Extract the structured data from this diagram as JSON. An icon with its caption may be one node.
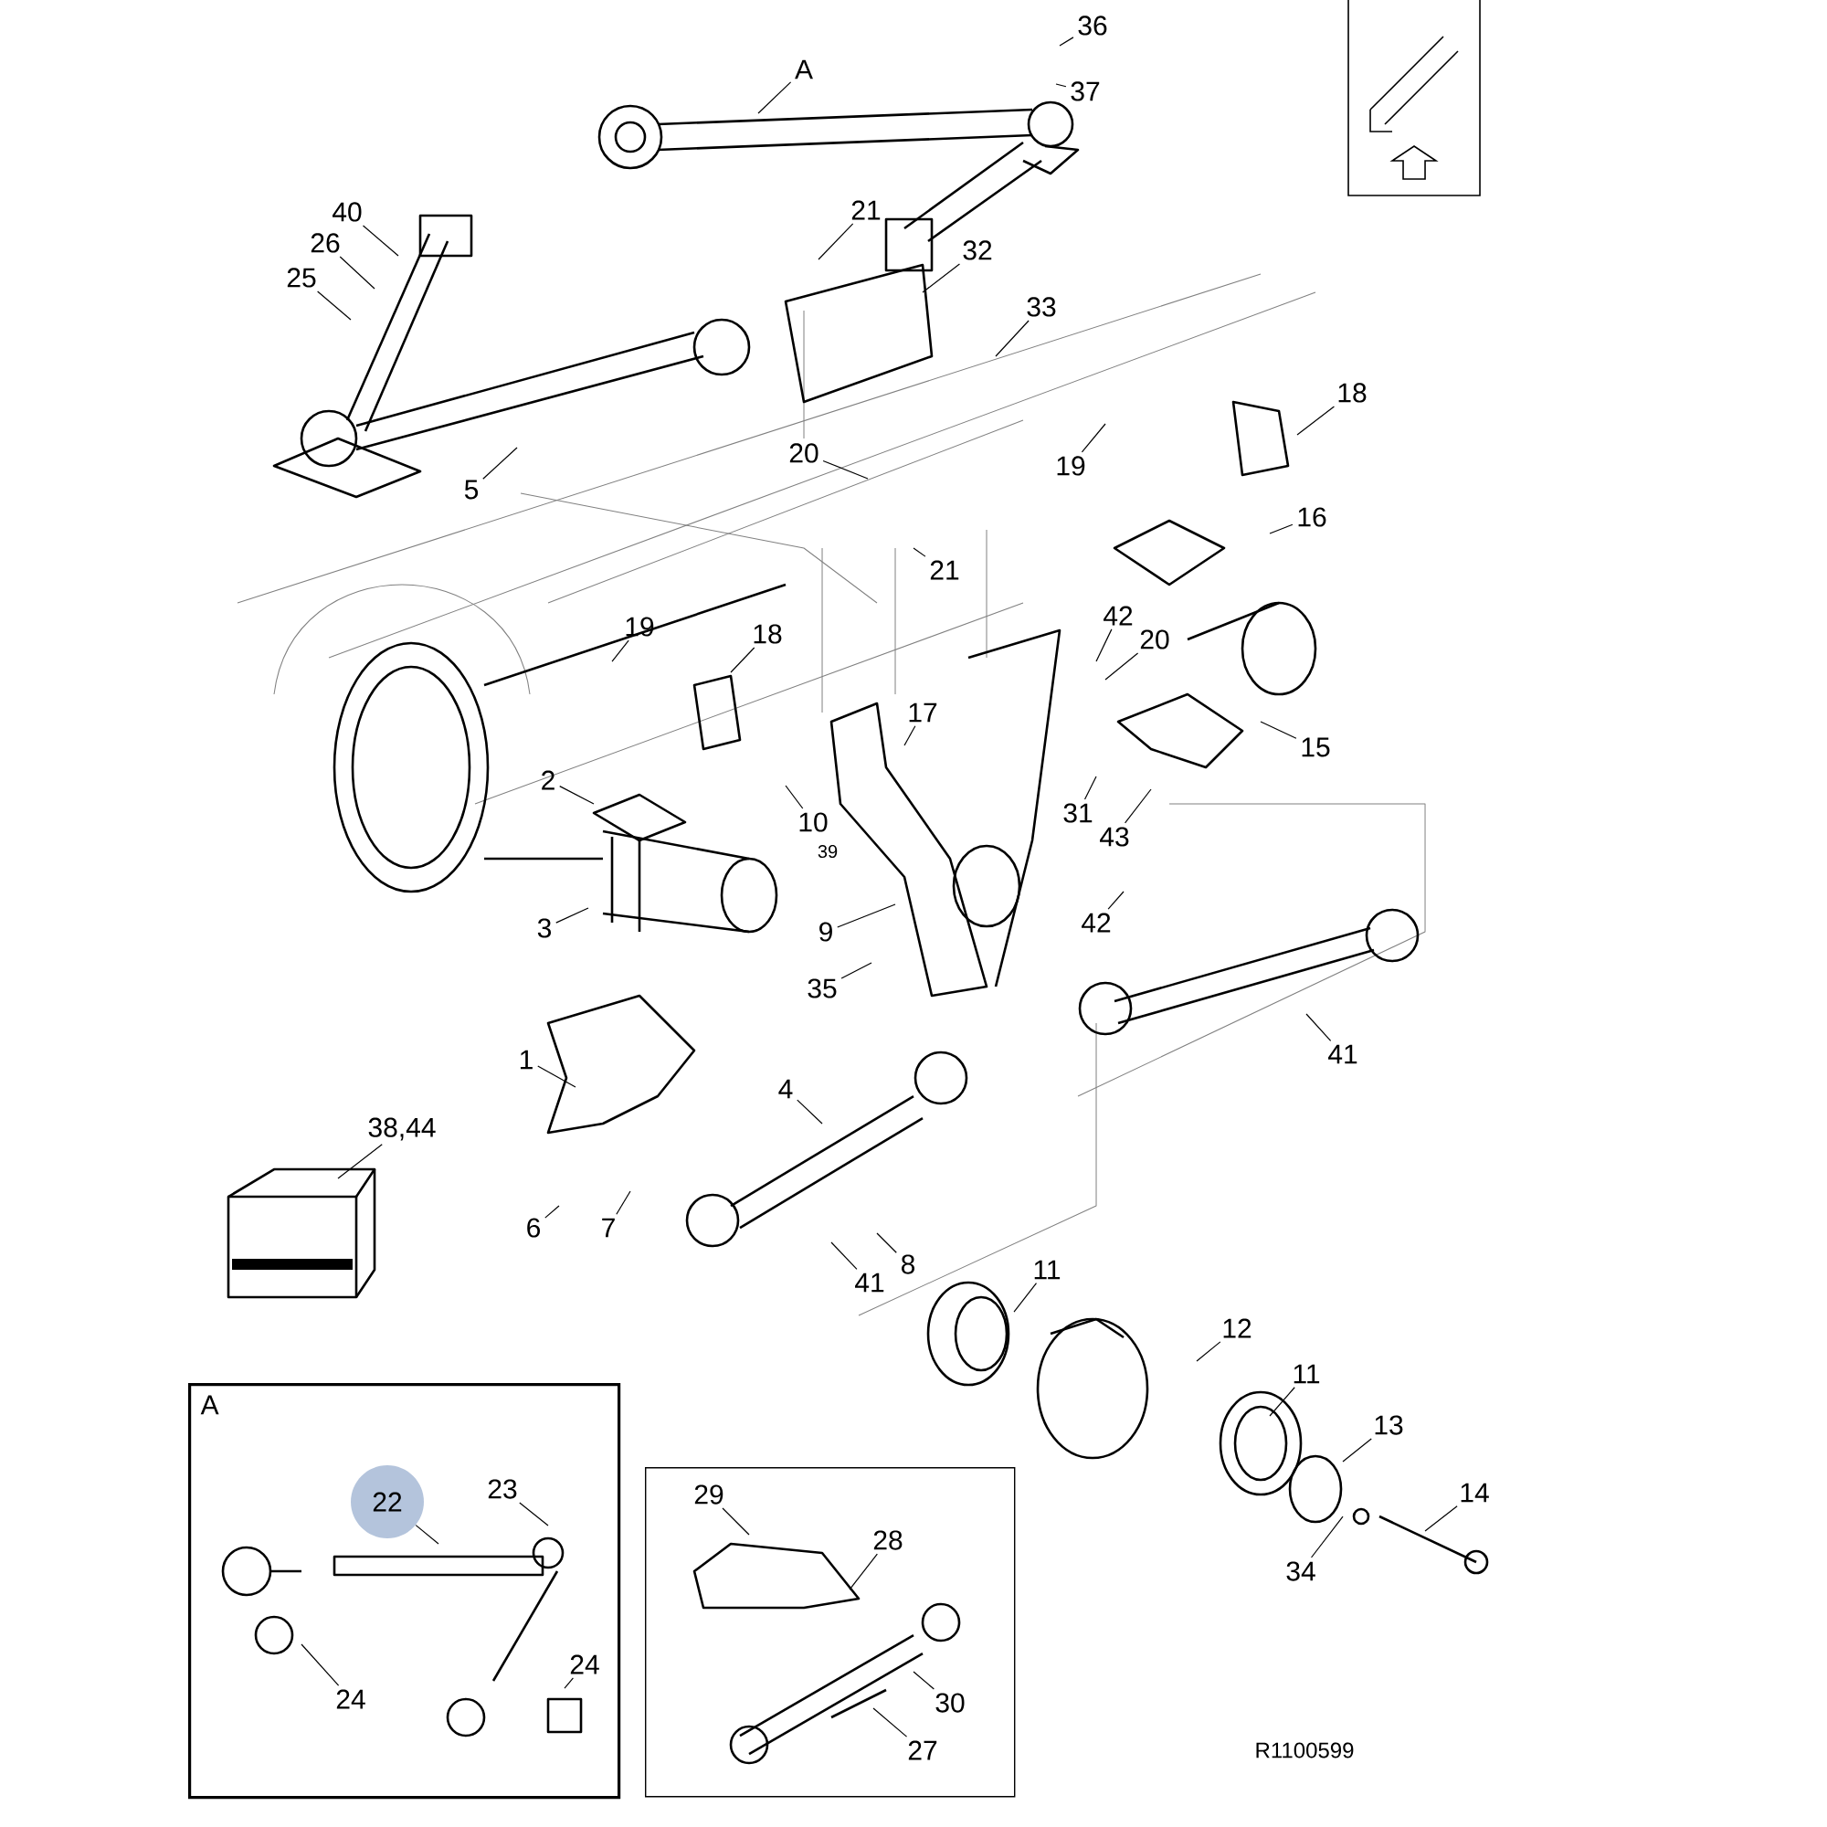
{
  "diagram": {
    "nodes": [
      {
        "text": [
          "A"
        ]
      },
      {
        "text": [
          "36"
        ]
      },
      {
        "text": [
          "37"
        ]
      },
      {
        "text": [
          "40"
        ]
      },
      {
        "text": [
          "26"
        ]
      },
      {
        "text": [
          "25"
        ]
      },
      {
        "text": [
          "21"
        ]
      },
      {
        "text": [
          "32"
        ]
      },
      {
        "text": [
          "33"
        ]
      },
      {
        "text": [
          "18"
        ]
      },
      {
        "text": [
          "5"
        ]
      },
      {
        "text": [
          "20"
        ]
      },
      {
        "text": [
          "19"
        ]
      },
      {
        "text": [
          "16"
        ]
      },
      {
        "text": [
          "21"
        ]
      },
      {
        "text": [
          "42"
        ]
      },
      {
        "text": [
          "19"
        ]
      },
      {
        "text": [
          "20"
        ]
      },
      {
        "text": [
          "18"
        ]
      },
      {
        "text": [
          "17"
        ]
      },
      {
        "text": [
          "15"
        ]
      },
      {
        "text": [
          "2"
        ]
      },
      {
        "text": [
          "31"
        ]
      },
      {
        "text": [
          "10"
        ]
      },
      {
        "text": [
          "43"
        ]
      },
      {
        "text": [
          "42"
        ]
      },
      {
        "text": [
          "3"
        ]
      },
      {
        "text": [
          "9"
        ]
      },
      {
        "text": [
          "35"
        ]
      },
      {
        "text": [
          "41"
        ]
      },
      {
        "text": [
          "1"
        ]
      },
      {
        "text": [
          "4"
        ]
      },
      {
        "text": [
          "38,44"
        ]
      },
      {
        "text": [
          "6"
        ]
      },
      {
        "text": [
          "7"
        ]
      },
      {
        "text": [
          "8"
        ]
      },
      {
        "text": [
          "11"
        ]
      },
      {
        "text": [
          "41"
        ]
      },
      {
        "text": [
          "12"
        ]
      },
      {
        "text": [
          "11"
        ]
      },
      {
        "text": [
          "13"
        ]
      },
      {
        "text": [
          "14"
        ]
      },
      {
        "text": [
          "34"
        ]
      },
      {
        "text": [
          "A"
        ]
      },
      {
        "text": [
          "22"
        ],
        "in": 43
      },
      {
        "text": [
          "23"
        ],
        "in": 43
      },
      {
        "text": [
          "24"
        ],
        "in": 43
      },
      {
        "text": [
          "24"
        ],
        "in": 43
      },
      {
        "text": [],
        "shape": "box"
      },
      {
        "text": [
          "29"
        ],
        "in": 48
      },
      {
        "text": [
          "28"
        ],
        "in": 48
      },
      {
        "text": [
          "30"
        ],
        "in": 48
      },
      {
        "text": [
          "27"
        ],
        "in": 48
      }
    ],
    "edges": [
      {
        "from": 0,
        "to": null,
        "arrow": "none"
      },
      {
        "from": 1,
        "to": null,
        "arrow": "none"
      },
      {
        "from": 2,
        "to": null,
        "arrow": "none"
      },
      {
        "from": 3,
        "to": null,
        "arrow": "none"
      },
      {
        "from": 4,
        "to": null,
        "arrow": "none"
      },
      {
        "from": 5,
        "to": null,
        "arrow": "none"
      },
      {
        "from": 6,
        "to": null,
        "arrow": "none"
      },
      {
        "from": 7,
        "to": null,
        "arrow": "none"
      },
      {
        "from": 8,
        "to": null,
        "arrow": "none"
      },
      {
        "from": 9,
        "to": null,
        "arrow": "none"
      },
      {
        "from": 10,
        "to": null,
        "arrow": "none"
      },
      {
        "from": 11,
        "to": null,
        "arrow": "none"
      },
      {
        "from": 12,
        "to": null,
        "arrow": "none"
      },
      {
        "from": 13,
        "to": null,
        "arrow": "none"
      },
      {
        "from": 14,
        "to": null,
        "arrow": "none"
      },
      {
        "from": 15,
        "to": null,
        "arrow": "none"
      },
      {
        "from": 16,
        "to": null,
        "arrow": "none"
      },
      {
        "from": 17,
        "to": null,
        "arrow": "none"
      },
      {
        "from": 18,
        "to": null,
        "arrow": "none"
      },
      {
        "from": 19,
        "to": null,
        "arrow": "none"
      },
      {
        "from": 20,
        "to": null,
        "arrow": "none"
      },
      {
        "from": 21,
        "to": null,
        "arrow": "none"
      },
      {
        "from": 22,
        "to": null,
        "arrow": "none"
      },
      {
        "from": 23,
        "to": null,
        "arrow": "none"
      },
      {
        "from": 24,
        "to": null,
        "arrow": "none"
      },
      {
        "from": 25,
        "to": null,
        "arrow": "none"
      },
      {
        "from": 26,
        "to": null,
        "arrow": "none"
      },
      {
        "from": 27,
        "to": null,
        "arrow": "none"
      },
      {
        "from": 28,
        "to": null,
        "arrow": "none"
      },
      {
        "from": 29,
        "to": null,
        "arrow": "none"
      },
      {
        "from": 30,
        "to": null,
        "arrow": "none"
      },
      {
        "from": 31,
        "to": null,
        "arrow": "none"
      },
      {
        "from": 32,
        "to": null,
        "arrow": "none"
      },
      {
        "from": 33,
        "to": null,
        "arrow": "none"
      },
      {
        "from": 34,
        "to": null,
        "arrow": "none"
      },
      {
        "from": 35,
        "to": null,
        "arrow": "none"
      },
      {
        "from": 36,
        "to": null,
        "arrow": "none"
      },
      {
        "from": 37,
        "to": null,
        "arrow": "none"
      },
      {
        "from": 38,
        "to": null,
        "arrow": "none"
      },
      {
        "from": 39,
        "to": null,
        "arrow": "none"
      },
      {
        "from": 40,
        "to": null,
        "arrow": "none"
      },
      {
        "from": 41,
        "to": null,
        "arrow": "none"
      },
      {
        "from": 42,
        "to": null,
        "arrow": "none"
      },
      {
        "from": 44,
        "to": null,
        "arrow": "none"
      },
      {
        "from": 45,
        "to": null,
        "arrow": "none"
      },
      {
        "from": 46,
        "to": null,
        "arrow": "none"
      },
      {
        "from": 47,
        "to": null,
        "arrow": "none"
      },
      {
        "from": 49,
        "to": null,
        "arrow": "none"
      },
      {
        "from": 50,
        "to": null,
        "arrow": "none"
      },
      {
        "from": 51,
        "to": null,
        "arrow": "none"
      },
      {
        "from": 52,
        "to": null,
        "arrow": "none"
      }
    ],
    "labels": [
      "39",
      "R1100599"
    ]
  }
}
